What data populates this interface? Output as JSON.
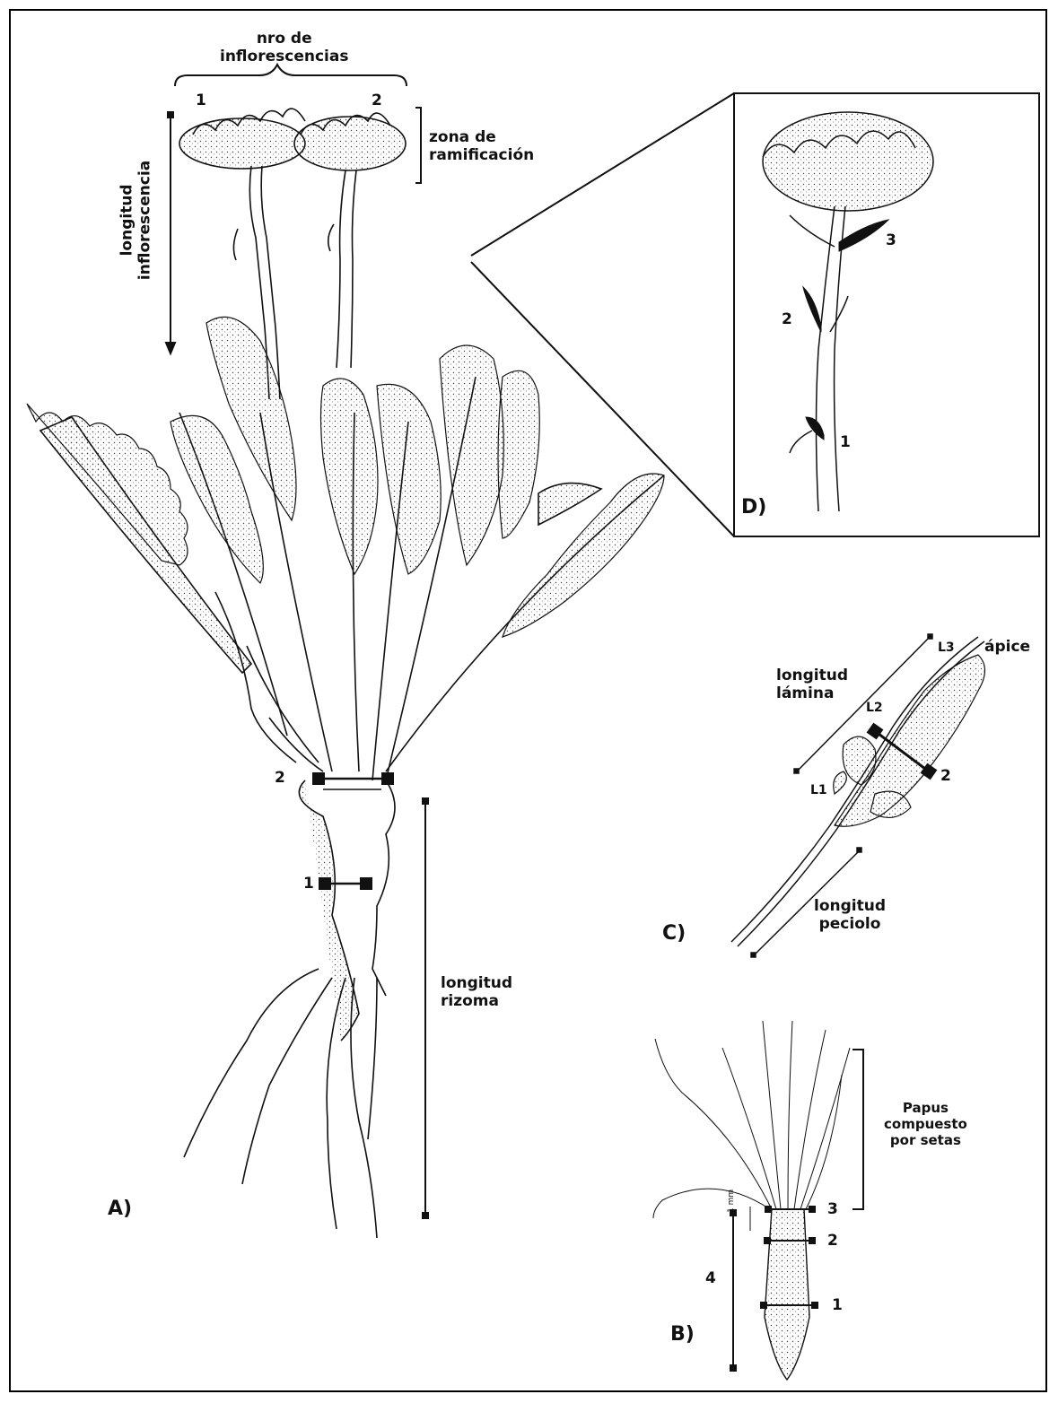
{
  "labels": {
    "nro_inflorescencias": "nro de\ninflorescencias",
    "infl_1": "1",
    "infl_2": "2",
    "zona_ramificacion": "zona de\nramificación",
    "longitud_inflorescencia": "longitud\ninflorescencia",
    "rhizome_2": "2",
    "rhizome_1": "1",
    "longitud_rizoma": "longitud\nrizoma",
    "panel_a": "A)",
    "panel_b": "B)",
    "panel_c": "C)",
    "panel_d": "D)",
    "d_1": "1",
    "d_2": "2",
    "d_3": "3",
    "longitud_lamina": "longitud\nlámina",
    "apice": "ápice",
    "L1": "L1",
    "L2": "L2",
    "L3": "L3",
    "c_2": "2",
    "longitud_peciolo": "longitud\npeciolo",
    "papus": "Papus\ncompuesto\npor setas",
    "b_1": "1",
    "b_2": "2",
    "b_3": "3",
    "b_4": "4",
    "scale": "1 mm"
  },
  "colors": {
    "ink": "#111111",
    "leaf_stipple": "#444444"
  }
}
